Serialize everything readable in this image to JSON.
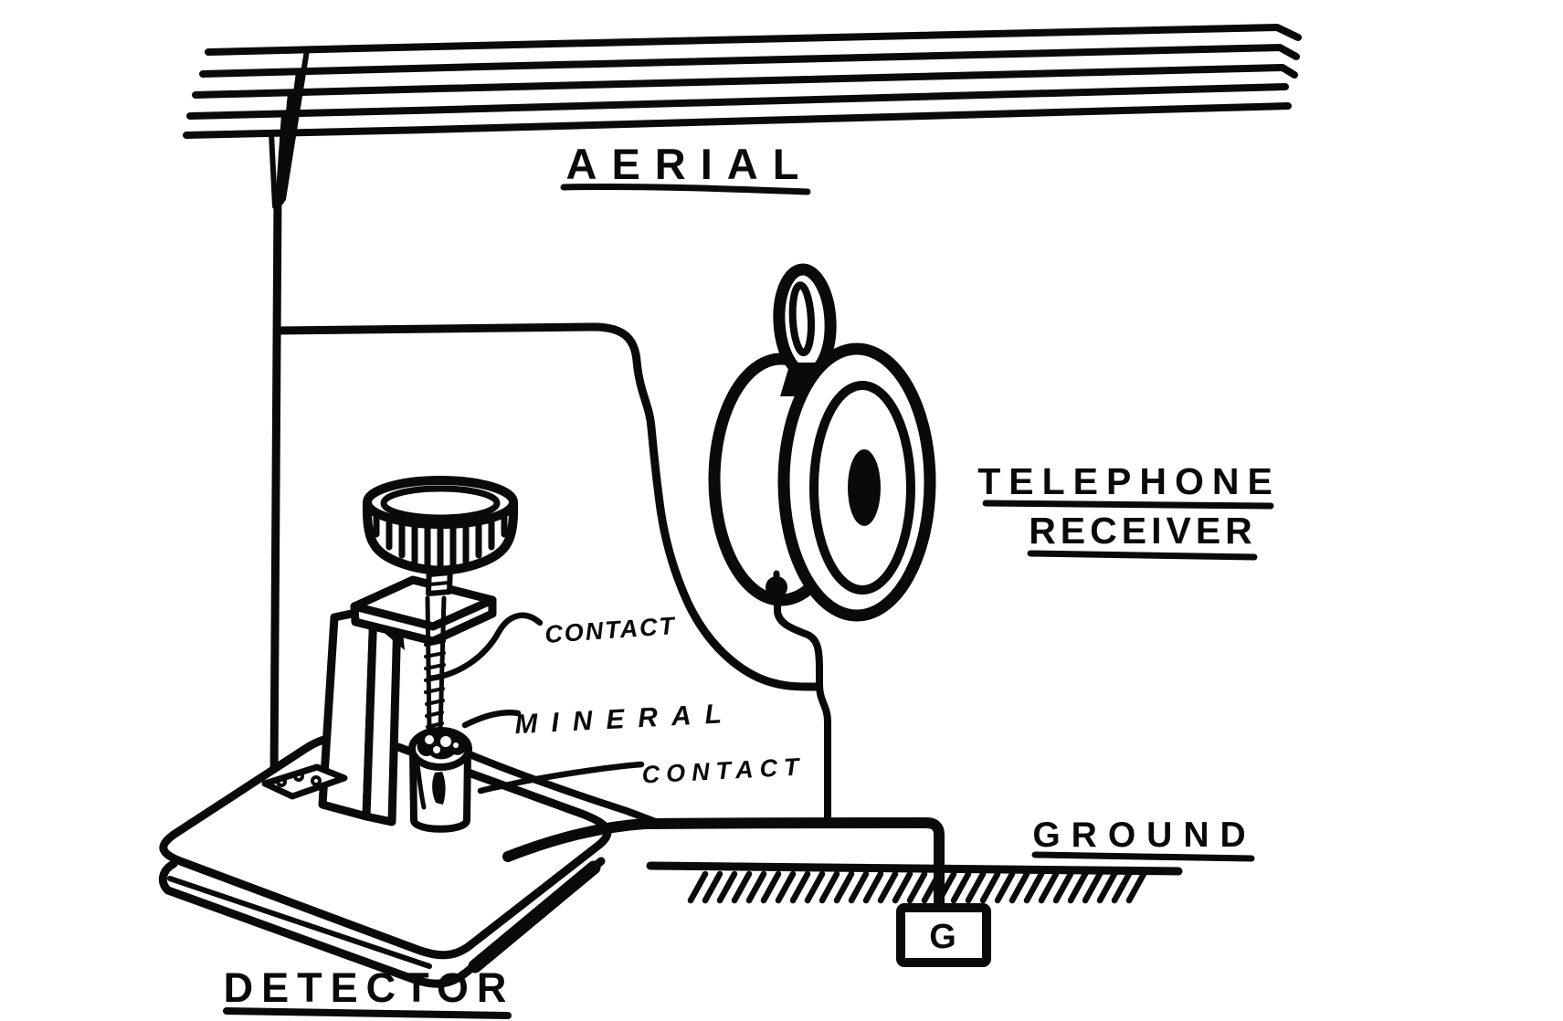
{
  "diagram": {
    "ink_color": "#0a0a0a",
    "paper_color": "#ffffff",
    "title_labels": {
      "aerial": "AERIAL",
      "telephone_line1": "TELEPHONE",
      "telephone_line2": "RECEIVER",
      "ground": "GROUND",
      "detector": "DETECTOR"
    },
    "part_labels": {
      "contact_upper": "CONTACT",
      "mineral": "MINERAL",
      "contact_lower": "CONTACT",
      "ground_terminal": "G"
    }
  }
}
